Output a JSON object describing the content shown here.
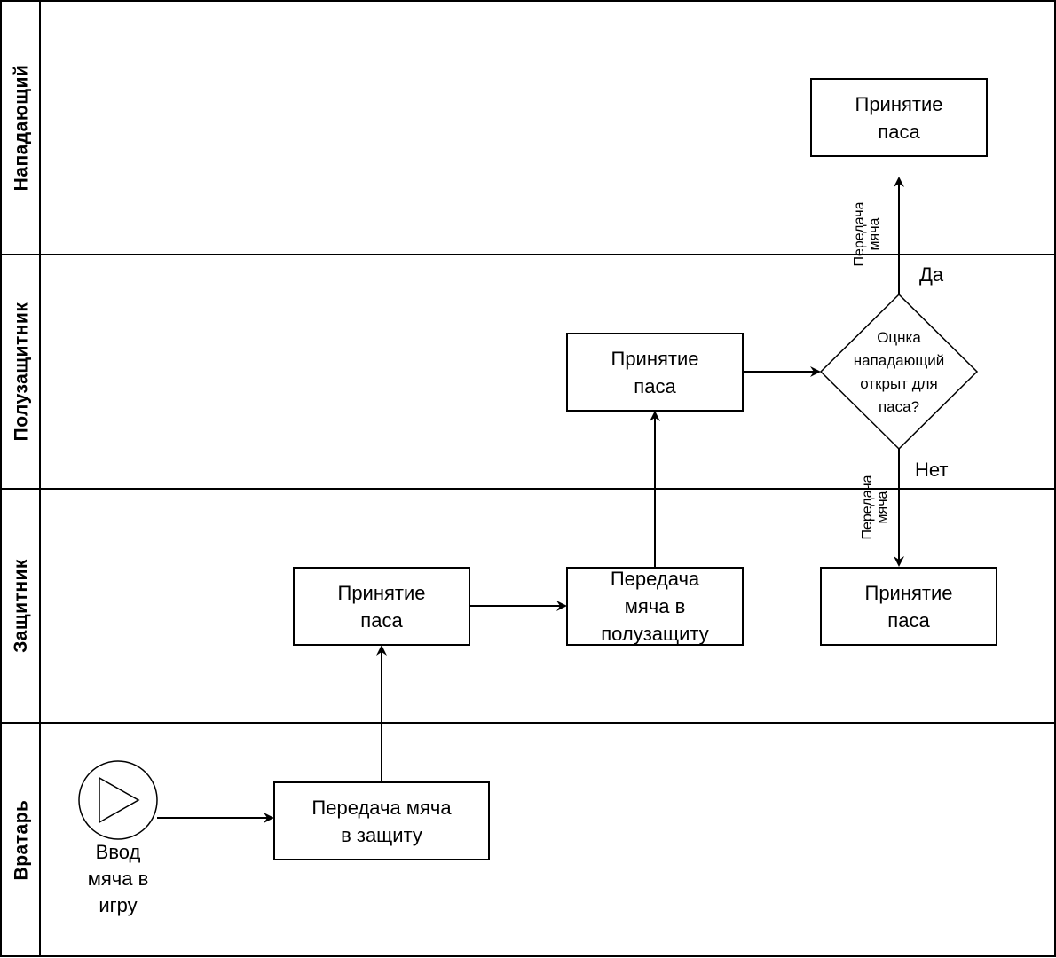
{
  "lanes": {
    "forward": "Нападающий",
    "midfielder": "Полузащитник",
    "defender": "Защитник",
    "goalkeeper": "Вратарь"
  },
  "nodes": {
    "start_event": "Ввод\nмяча в\nигру",
    "gk_pass": "Передача мяча\nв защиту",
    "def_receive": "Принятие\nпаса",
    "def_pass": "Передача\nмяча в\nполузащиту",
    "mid_receive": "Принятие\nпаса",
    "decision": "Оцнка\nнападающий\nоткрыт для\nпаса?",
    "fwd_receive": "Принятие\nпаса",
    "def_receive_2": "Принятие\nпаса"
  },
  "edges": {
    "yes_label": "Да",
    "no_label": "Нет",
    "pass_label_up": "Передача\nмяча",
    "pass_label_down": "Передача\nмяча"
  }
}
